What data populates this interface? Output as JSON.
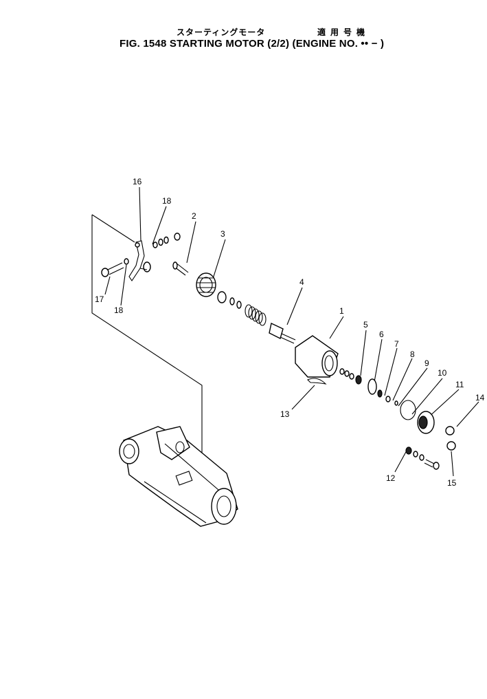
{
  "header": {
    "title_jp": "スターティングモータ",
    "applicability_jp": "適用号機",
    "fig_title": "FIG. 1548  STARTING MOTOR (2/2) (ENGINE NO.    •• − )"
  },
  "callouts": [
    "1",
    "2",
    "3",
    "4",
    "5",
    "6",
    "7",
    "8",
    "9",
    "10",
    "11",
    "12",
    "13",
    "14",
    "15",
    "16",
    "17",
    "18",
    "18"
  ]
}
